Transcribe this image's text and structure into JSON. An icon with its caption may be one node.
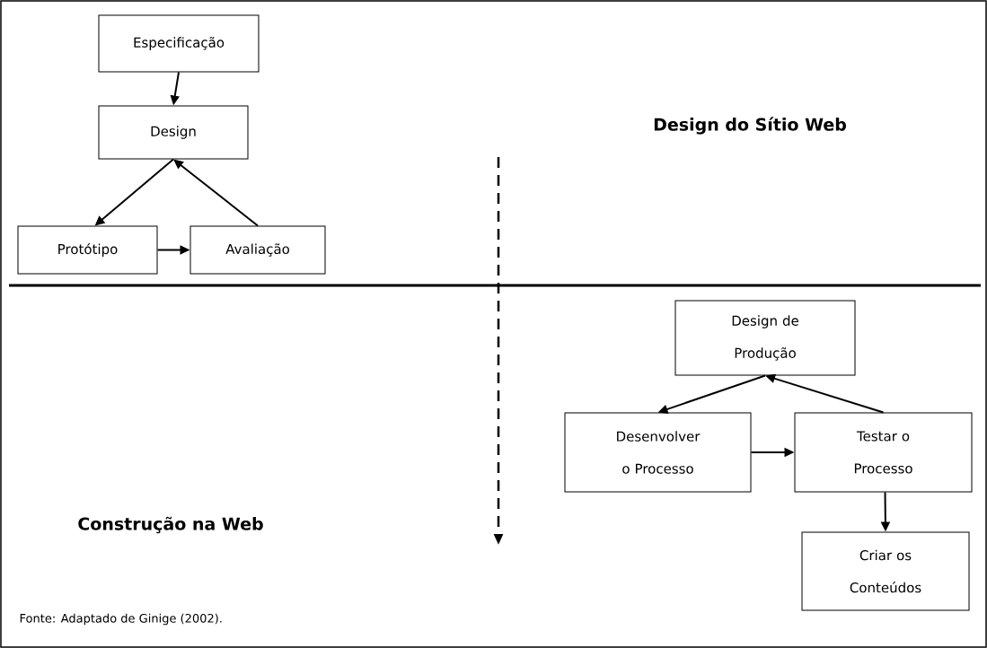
{
  "diagram": {
    "caption": "Fonte: Adaptado de Ginige (2002).",
    "nodes": [
      {
        "text": [
          "Especificação"
        ]
      },
      {
        "text": [
          "Design"
        ]
      },
      {
        "text": [
          "Protótipo"
        ]
      },
      {
        "text": [
          "Avaliação"
        ]
      },
      {
        "text": [
          "Design de Produção"
        ]
      },
      {
        "text": [
          "Desenvolver o Processo"
        ]
      },
      {
        "text": [
          "Testar o Processo"
        ]
      },
      {
        "text": [
          "Criar os Conteúdos"
        ]
      }
    ],
    "edges": [
      {
        "from": 0,
        "to": 1,
        "arrow": "to"
      },
      {
        "from": 1,
        "to": 2,
        "arrow": "to"
      },
      {
        "from": 3,
        "to": 1,
        "arrow": "to"
      },
      {
        "from": 2,
        "to": 3,
        "arrow": "to"
      },
      {
        "from": 4,
        "to": 5,
        "arrow": "to"
      },
      {
        "from": 6,
        "to": 4,
        "arrow": "to"
      },
      {
        "from": 5,
        "to": 6,
        "arrow": "to"
      },
      {
        "from": 6,
        "to": 7,
        "arrow": "to"
      }
    ],
    "labels": [
      "Design do Sítio Web",
      "Construção na Web"
    ]
  }
}
